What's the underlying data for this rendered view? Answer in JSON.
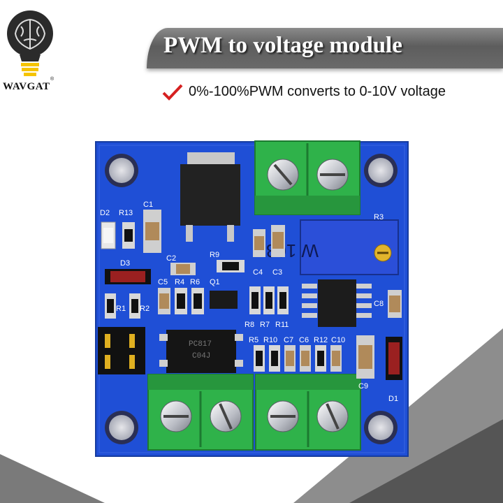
{
  "brand": {
    "name": "WAVGAT",
    "reg_mark": "®"
  },
  "banner": {
    "title": "PWM to voltage module"
  },
  "feature": {
    "icon": "check-mark-icon",
    "text": "0%-100%PWM converts to 0-10V voltage"
  },
  "pcb": {
    "labels": {
      "D2": "D2",
      "R13": "R13",
      "C1": "C1",
      "R3": "R3",
      "R9": "R9",
      "C2": "C2",
      "D3": "D3",
      "C4": "C4",
      "C3": "C3",
      "C5": "C5",
      "R4": "R4",
      "R6": "R6",
      "Q1": "Q1",
      "C8": "C8",
      "R1": "R1",
      "R2": "R2",
      "R8": "R8",
      "R7": "R7",
      "R11": "R11",
      "R5": "R5",
      "R10": "R10",
      "C7": "C7",
      "C6": "C6",
      "R12": "R12",
      "C10": "C10",
      "C9": "C9",
      "D1": "D1"
    },
    "pot_marking": "W 103",
    "optocoupler_marking": [
      "PC817",
      "C04J"
    ]
  },
  "colors": {
    "pcb": "#1f4fd6",
    "terminal": "#2fb24a",
    "banner": "#6e6e6e",
    "check": "#d62020"
  }
}
